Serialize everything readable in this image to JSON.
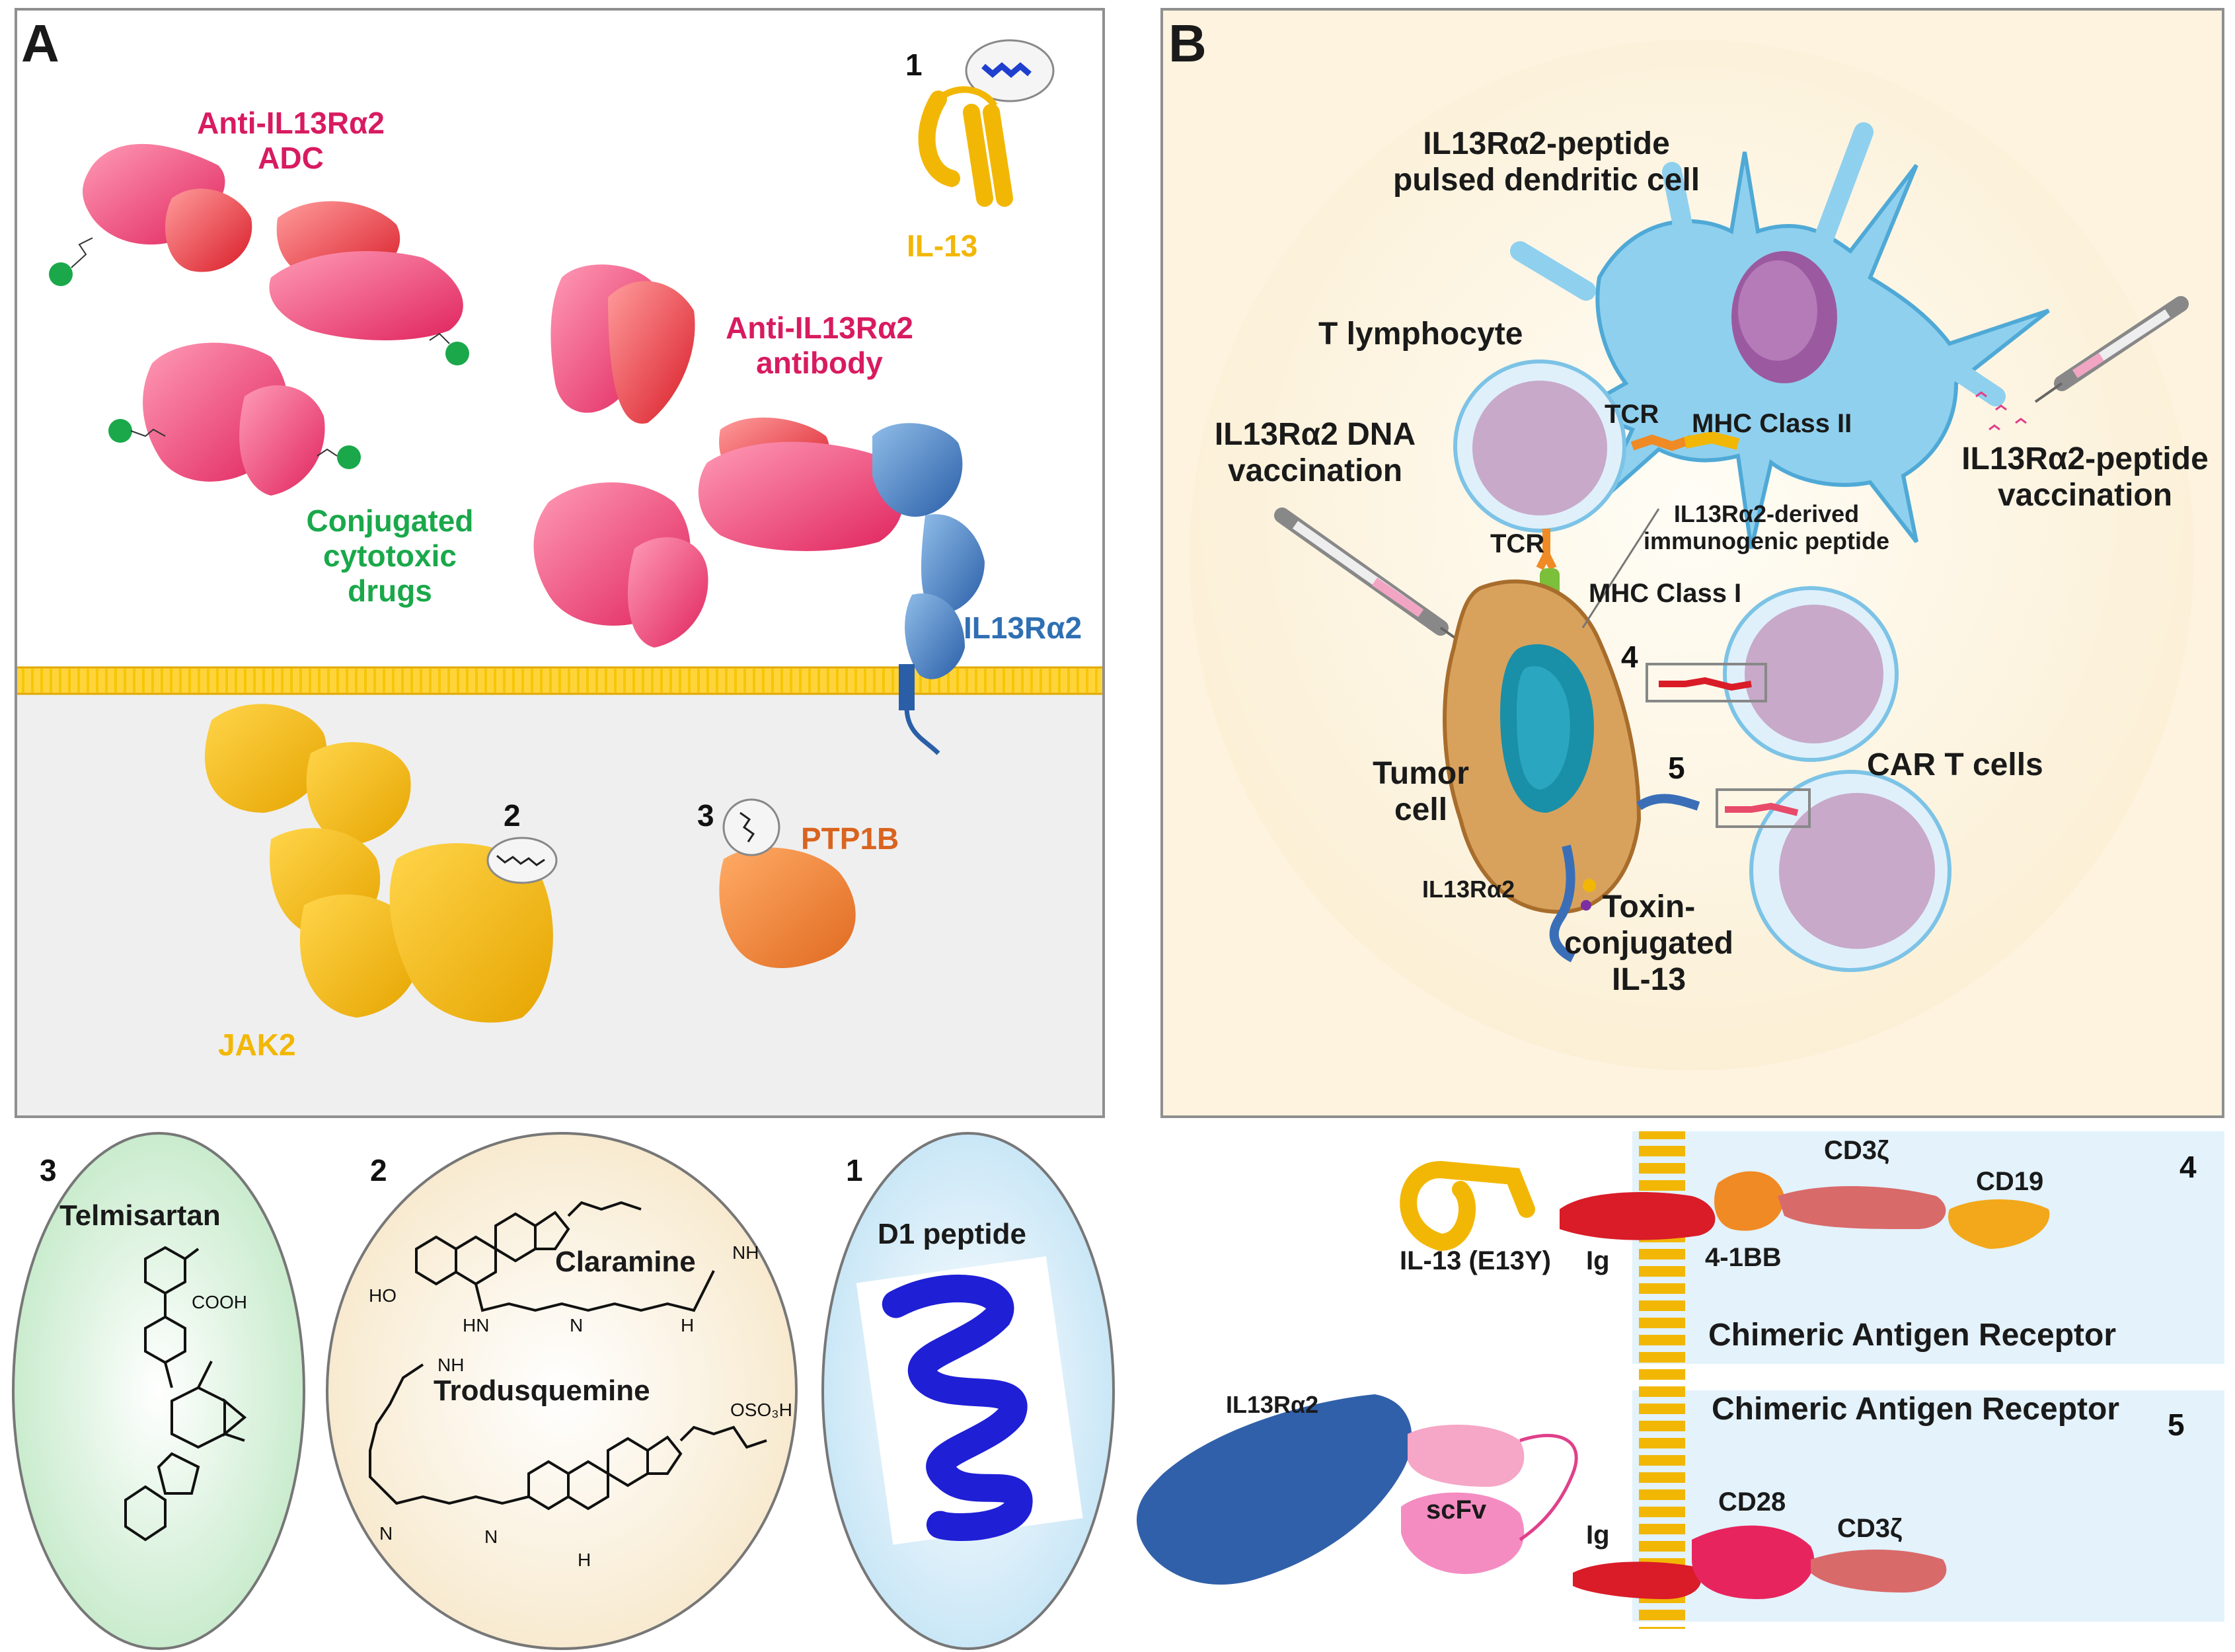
{
  "panel_a": {
    "letter": "A",
    "adc_label": [
      "Anti-IL13Rα2",
      "ADC"
    ],
    "drugs_label": [
      "Conjugated",
      "cytotoxic",
      "drugs"
    ],
    "il13_number": "1",
    "il13_label": "IL-13",
    "antibody_label": [
      "Anti-IL13Rα2",
      "antibody"
    ],
    "receptor_label": "IL13Rα2",
    "jak2_label": "JAK2",
    "jak2_number": "2",
    "ptp1b_number": "3",
    "ptp1b_label": "PTP1B",
    "colors": {
      "magenta": "#d81b60",
      "green": "#1aa84a",
      "yellow": "#f2b705",
      "orange": "#d9641f",
      "blue": "#2f6fb3"
    }
  },
  "panel_b": {
    "letter": "B",
    "dc_label": [
      "IL13Rα2-peptide",
      "pulsed dendritic cell"
    ],
    "t_lymphocyte": "T lymphocyte",
    "tcr_top": "TCR",
    "mhc2": "MHC Class  II",
    "dna_vacc": [
      "IL13Rα2 DNA",
      "vaccination"
    ],
    "peptide_vacc": [
      "IL13Rα2-peptide",
      "vaccination"
    ],
    "derived_peptide": [
      "IL13Rα2-derived",
      "immunogenic  peptide"
    ],
    "tcr_lower": "TCR",
    "mhc1": "MHC Class  I",
    "car_number_4": "4",
    "car_number_5": "5",
    "tumor": [
      "Tumor",
      "cell"
    ],
    "car_t": "CAR T cells",
    "il13ra2": "IL13Rα2",
    "toxin": [
      "Toxin-",
      "conjugated",
      "IL-13"
    ],
    "colors": {
      "background": "#fdf3df",
      "dendritic": "#8fd0ee",
      "tcell": "#c8a9c9",
      "tumor": "#d9a25c"
    }
  },
  "bottom": {
    "telmisartan": {
      "number": "3",
      "name": "Telmisartan",
      "cooh": "COOH"
    },
    "polyamines": {
      "number": "2",
      "claramine": "Claramine",
      "trodusquemine": "Trodusquemine",
      "labels": {
        "ho": "HO",
        "nh": "NH",
        "hn": "HN",
        "h": "H",
        "n": "N",
        "oso3h": "OSO₃H"
      }
    },
    "d1": {
      "number": "1",
      "name": "D1 peptide"
    },
    "car4": {
      "number": "4",
      "il13": "IL-13 (E13Y)",
      "ig": "Ig",
      "bb": "4-1BB",
      "cd3z": "CD3ζ",
      "cd19": "CD19",
      "title": "Chimeric Antigen Receptor"
    },
    "car5": {
      "number": "5",
      "title": "Chimeric Antigen Receptor",
      "il13ra2": "IL13Rα2",
      "scfv": "scFv",
      "ig": "Ig",
      "cd28": "CD28",
      "cd3z": "CD3ζ"
    }
  }
}
